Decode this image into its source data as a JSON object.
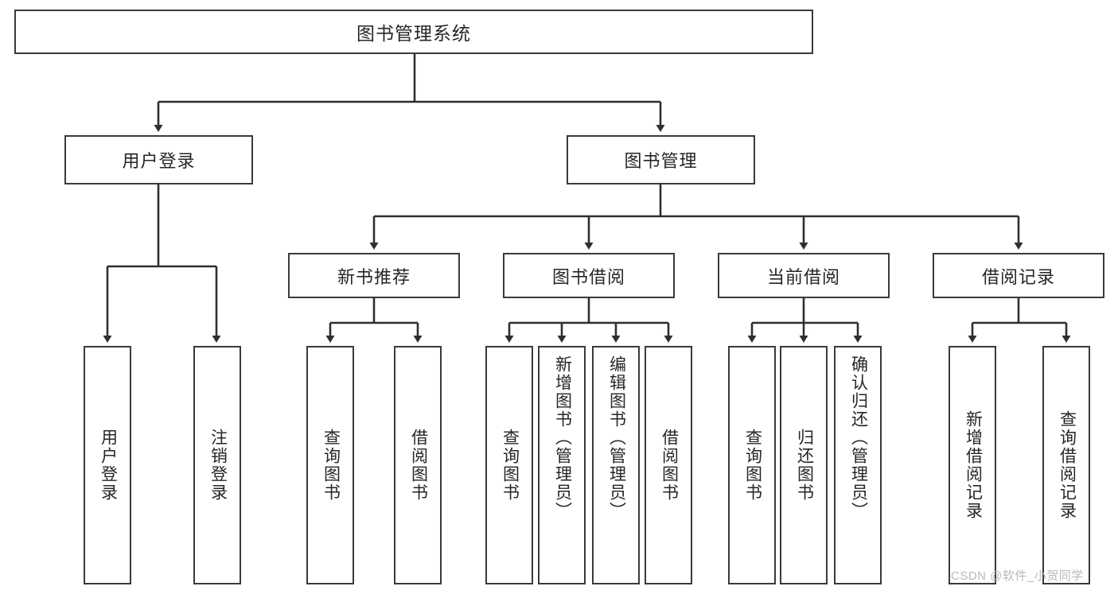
{
  "diagram": {
    "title": "图书管理系统",
    "type": "tree-hierarchy-chart",
    "root": {
      "label": "图书管理系统"
    },
    "level2": [
      {
        "label": "用户登录"
      },
      {
        "label": "图书管理"
      }
    ],
    "level3": [
      {
        "label": "新书推荐"
      },
      {
        "label": "图书借阅"
      },
      {
        "label": "当前借阅"
      },
      {
        "label": "借阅记录"
      }
    ],
    "leaves": [
      {
        "label": "用户登录"
      },
      {
        "label": "注销登录"
      },
      {
        "label": "查询图书"
      },
      {
        "label": "借阅图书"
      },
      {
        "label": "查询图书"
      },
      {
        "label": "新增图书（管理员）"
      },
      {
        "label": "编辑图书（管理员）"
      },
      {
        "label": "借阅图书"
      },
      {
        "label": "查询图书"
      },
      {
        "label": "归还图书"
      },
      {
        "label": "确认归还（管理员）"
      },
      {
        "label": "新增借阅记录"
      },
      {
        "label": "查询借阅记录"
      }
    ]
  },
  "watermark": {
    "text": "CSDN @软件_小贺同学"
  },
  "colors": {
    "border": "#3a3a3a",
    "text": "#262626",
    "background": "#ffffff",
    "watermark": "#b9b9b9"
  }
}
